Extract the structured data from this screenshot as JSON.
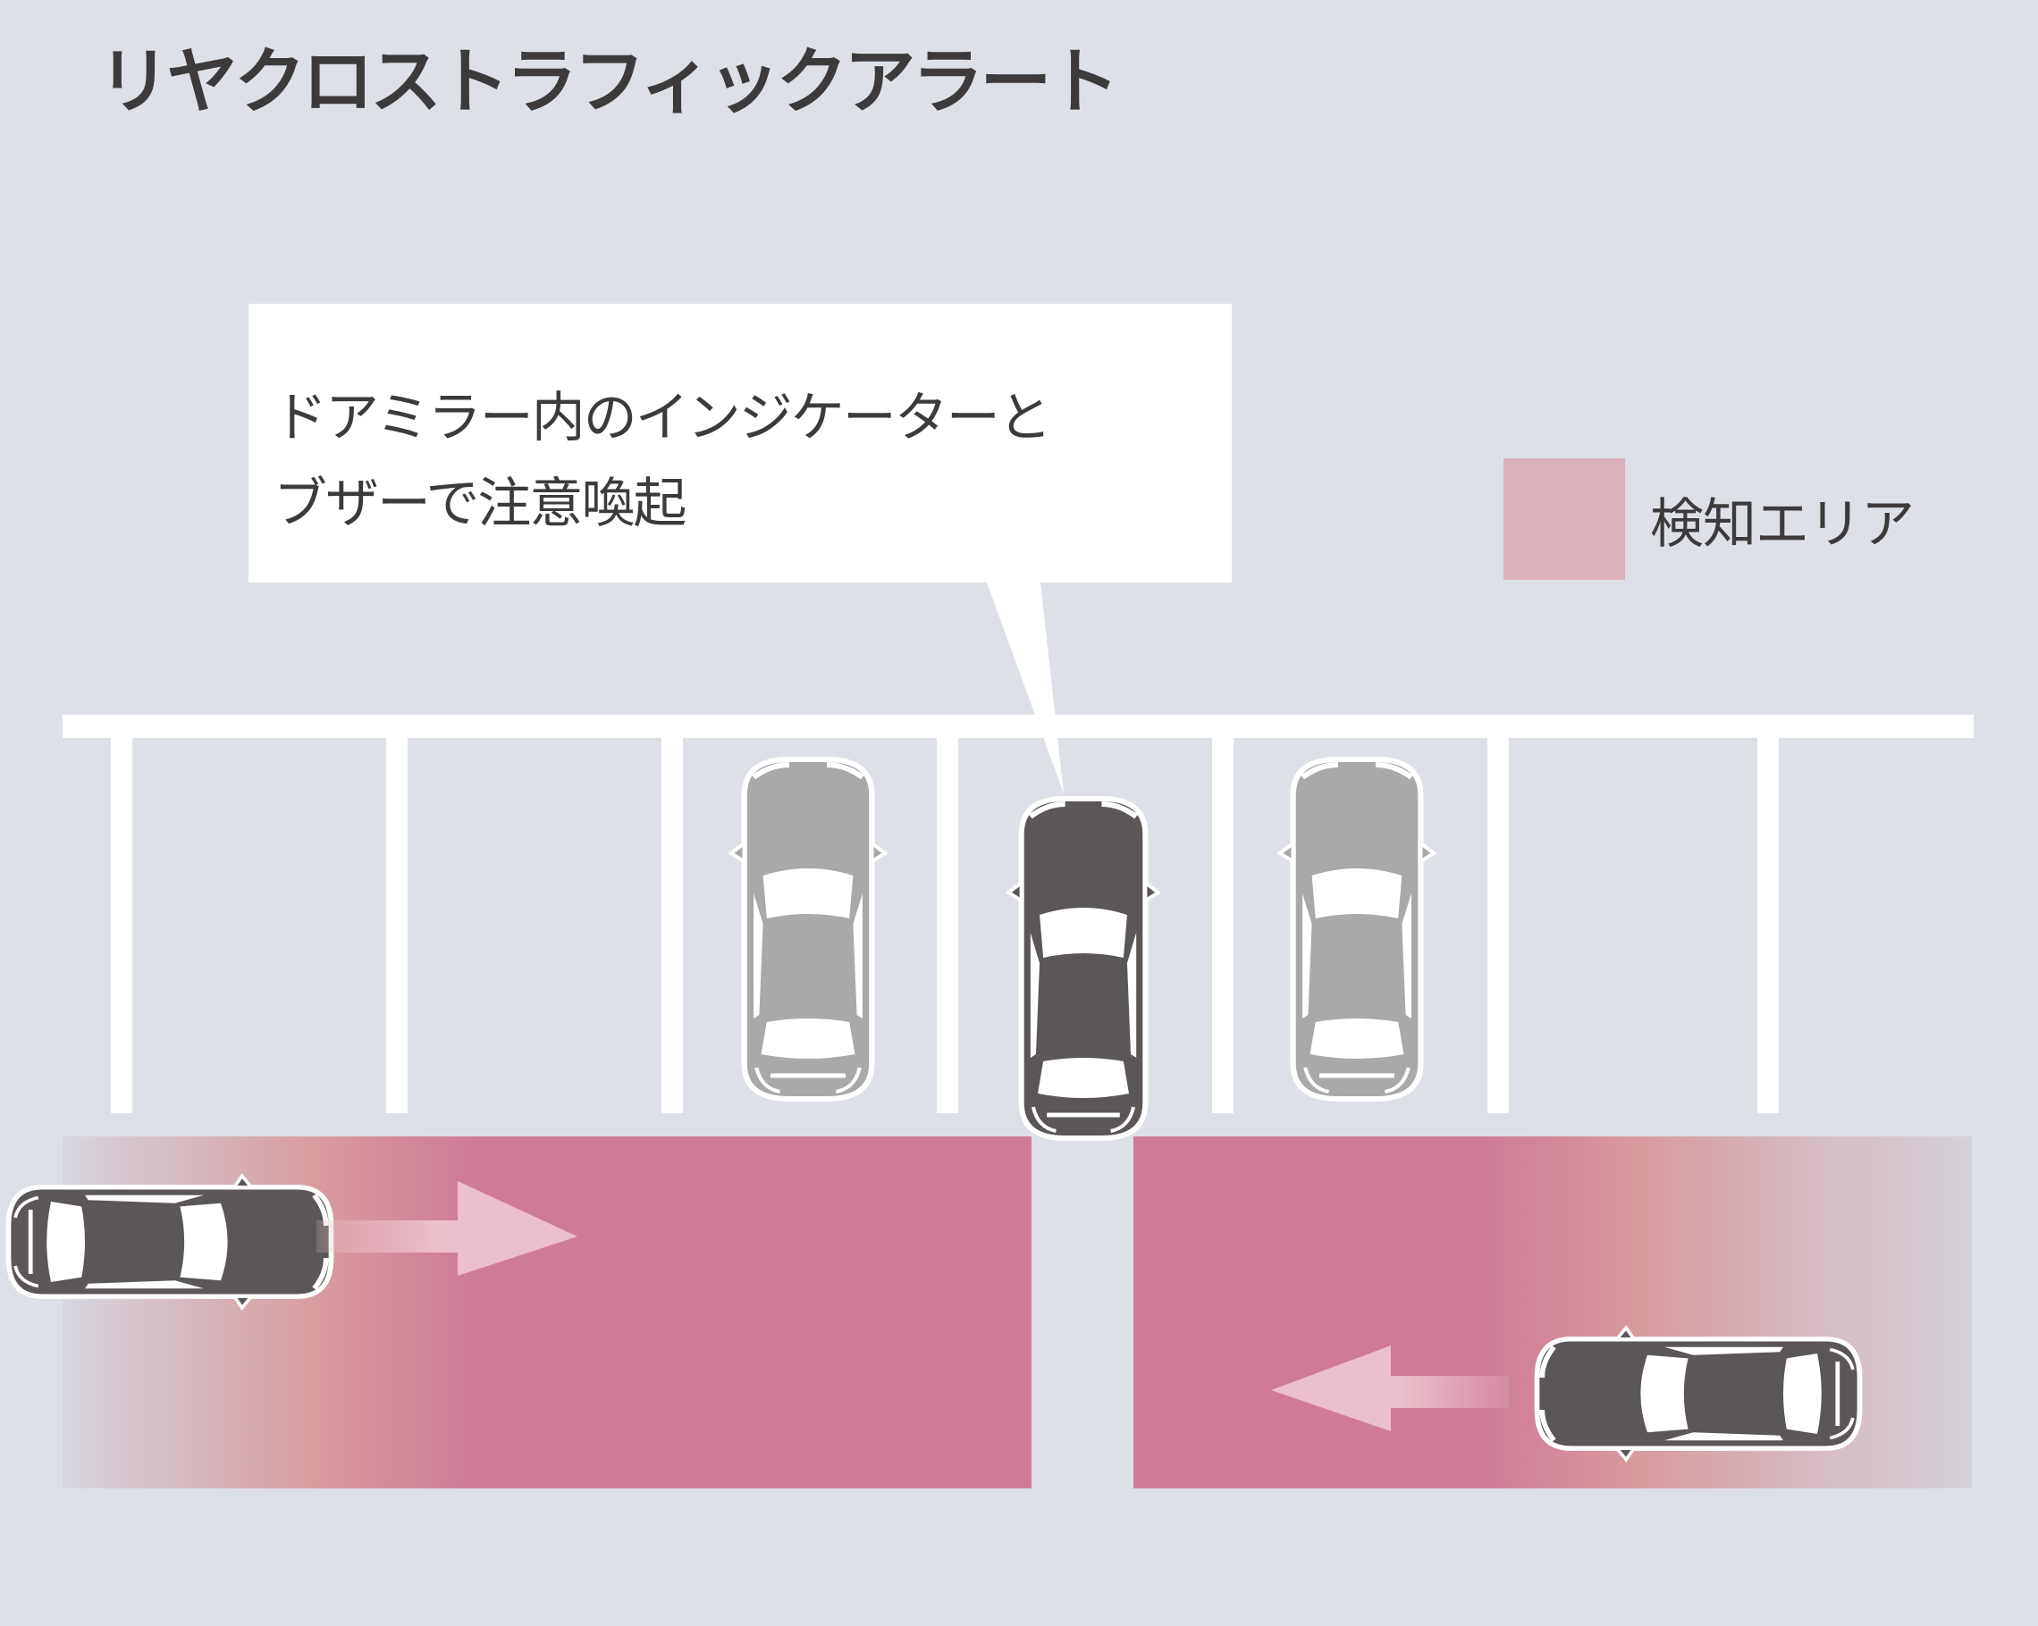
{
  "title": "リヤクロストラフィックアラート",
  "callout": {
    "lines": [
      "ドアミラー内のインジケーターと",
      "ブザーで注意喚起"
    ]
  },
  "legend": {
    "label": "検知エリア",
    "color": "#dbb1bb"
  },
  "colors": {
    "background": "#dde1e7",
    "parking_lines": "#ffffff",
    "detection_area": "#cf7b97",
    "own_vehicle": "#5b5758",
    "parked_vehicle": "#a9a9a9",
    "approaching_vehicle": "#5b5758",
    "arrow": "#ebbfcb",
    "text": "#3d3a3b"
  },
  "scene": {
    "parking_spaces": 7,
    "own_vehicle_state": "reversing out of parking space",
    "approaching_vehicles": [
      {
        "side": "left",
        "direction": "right",
        "icon": "car-top-view-icon"
      },
      {
        "side": "right",
        "direction": "left",
        "icon": "car-top-view-icon"
      }
    ],
    "parked_vehicles": 2
  }
}
